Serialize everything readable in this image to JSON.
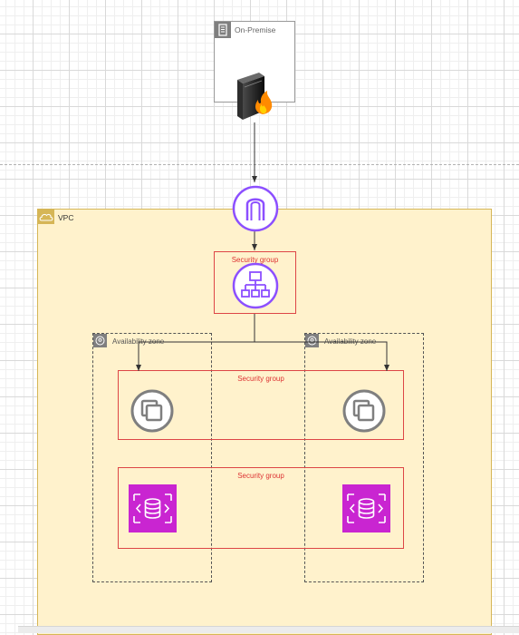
{
  "onprem": {
    "label": "On-Premise",
    "icon": "server-icon",
    "device_icon": "firewall-icon"
  },
  "vpc": {
    "label": "VPC",
    "icon": "cloud-lock-icon",
    "fill": "#fff2cc",
    "stroke": "#d6b656"
  },
  "gateway": {
    "icon": "internet-gateway-icon",
    "color": "#8c4fff"
  },
  "load_balancer": {
    "security_group_label": "Security group",
    "icon": "load-balancer-icon",
    "color": "#8c4fff"
  },
  "availability_zones": [
    {
      "label": "Availability zone",
      "icon": "az-pin-icon"
    },
    {
      "label": "Availability zone",
      "icon": "az-pin-icon"
    }
  ],
  "security_groups": {
    "instances": {
      "label": "Security group",
      "icon": "ec2-instance-icon",
      "color": "#7f7f7f"
    },
    "databases": {
      "label": "Security group",
      "icon": "rds-database-icon",
      "color": "#c925d1"
    }
  },
  "colors": {
    "security_group": "#dd4646",
    "connector": "#333333"
  }
}
